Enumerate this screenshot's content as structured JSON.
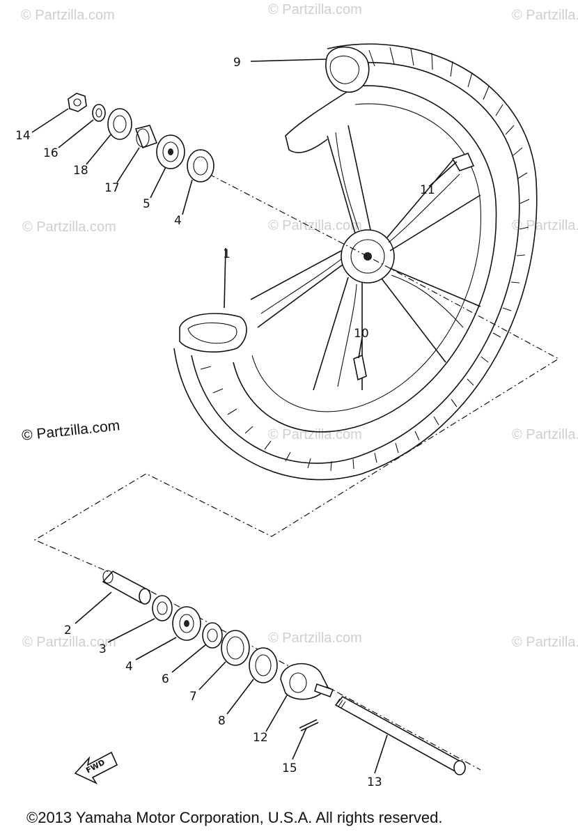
{
  "watermark": "© Partzilla.com",
  "watermark_prominent": "© Partzilla.com",
  "copyright": "©2013  Yamaha Motor Corporation, U.S.A. All rights reserved.",
  "fwd_label": "FWD",
  "callouts": {
    "c1": "1",
    "c2": "2",
    "c3": "3",
    "c4a": "4",
    "c4b": "4",
    "c5": "5",
    "c6": "6",
    "c7": "7",
    "c8": "8",
    "c9": "9",
    "c10": "10",
    "c11": "11",
    "c12": "12",
    "c13": "13",
    "c14": "14",
    "c15": "15",
    "c16": "16",
    "c17": "17",
    "c18": "18"
  }
}
